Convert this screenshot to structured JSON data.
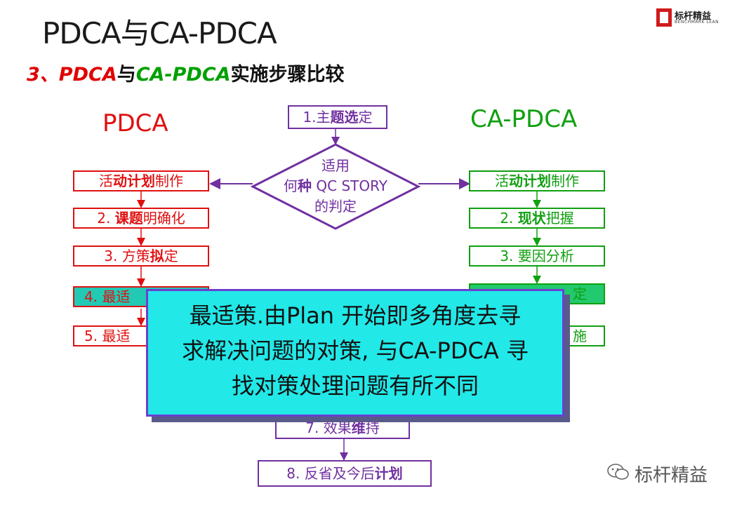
{
  "title": "PDCA与CA-PDCA",
  "logo": {
    "name": "标杆精益",
    "sub": "BENCHMARK LEAN"
  },
  "subtitle": {
    "prefix": "3、",
    "pdca": "PDCA",
    "and": "与",
    "capdca": "CA-PDCA",
    "rest": "实施步骤比较"
  },
  "left_column": {
    "heading": "PDCA",
    "steps": [
      {
        "pre": "活",
        "bold": "动计划",
        "post": "制作"
      },
      {
        "pre": "2. ",
        "bold": "课题",
        "post": "明确化"
      },
      {
        "pre": "3. 方策",
        "bold": "拟",
        "post": "定"
      },
      {
        "pre": "4. 最适",
        "bold": "",
        "post": ""
      },
      {
        "pre": "5. 最适",
        "bold": "",
        "post": ""
      }
    ]
  },
  "right_column": {
    "heading": "CA-PDCA",
    "steps": [
      {
        "pre": "活",
        "bold": "动计划",
        "post": "制作"
      },
      {
        "pre": "2. ",
        "bold": "现状",
        "post": "把握"
      },
      {
        "pre": "3. 要因分析",
        "bold": "",
        "post": ""
      },
      {
        "pre": "",
        "bold": "",
        "post": "定"
      },
      {
        "pre": "",
        "bold": "",
        "post": "施"
      }
    ]
  },
  "center": {
    "top_step": {
      "pre": "1.主",
      "bold": "题选",
      "post": "定"
    },
    "decision": {
      "line1": "适用",
      "line2_pre": "何",
      "line2_bold": "种",
      "line2_post": " QC STORY",
      "line3": "的判定"
    },
    "step7": {
      "pre": "7. 效果",
      "bold": "维",
      "post": "持"
    },
    "step8": {
      "pre": "8. 反省及今后",
      "bold": "计划",
      "post": ""
    }
  },
  "callout": {
    "lines": [
      "最适策.由Plan 开始即多角度去寻",
      "求解决问题的对策, 与CA-PDCA 寻",
      "找对策处理问题有所不同"
    ]
  },
  "watermark": {
    "text": "标杆精益"
  },
  "colors": {
    "red": "#e01010",
    "green": "#10a010",
    "purple": "#7030a0",
    "callout_bg": "#22e8e8"
  }
}
